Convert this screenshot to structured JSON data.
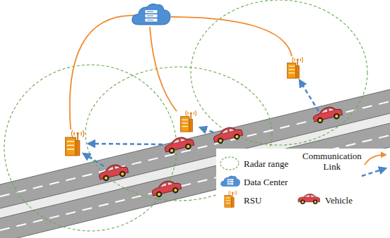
{
  "diagram": {
    "legend": [
      {
        "text": "Radar range"
      },
      {
        "text": "Communication Link"
      },
      {
        "text": "Data Center"
      },
      {
        "text": "RSU"
      },
      {
        "text": "Vehicle"
      }
    ]
  }
}
